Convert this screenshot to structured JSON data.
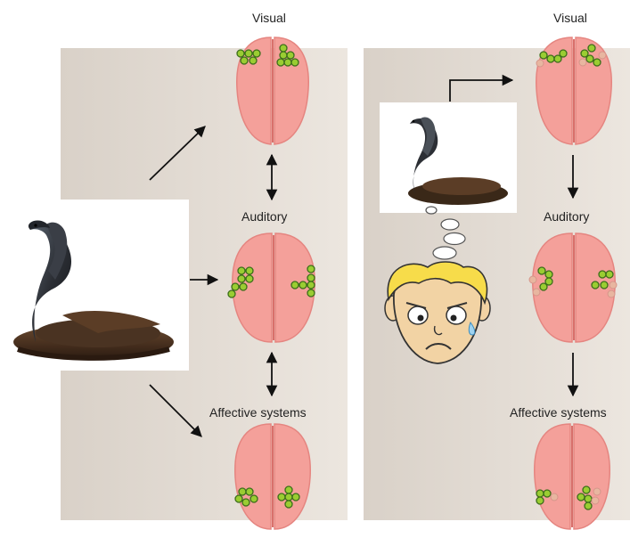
{
  "left_diagram": {
    "labels": {
      "visual": "Visual",
      "auditory": "Auditory",
      "affective": "Affective systems"
    },
    "stimulus": "cobra-photo"
  },
  "right_diagram": {
    "labels": {
      "visual": "Visual",
      "auditory": "Auditory",
      "affective": "Affective systems"
    },
    "stimulus": "imagined-cobra-photo",
    "imaginer": "worried-boy-cartoon"
  },
  "colors": {
    "brain": "#f4a09a",
    "brain_edge": "#e7847f",
    "neuron": "#9acd32",
    "neuron_ring": "#3c6e1a",
    "panel": "#e3dcd4"
  }
}
